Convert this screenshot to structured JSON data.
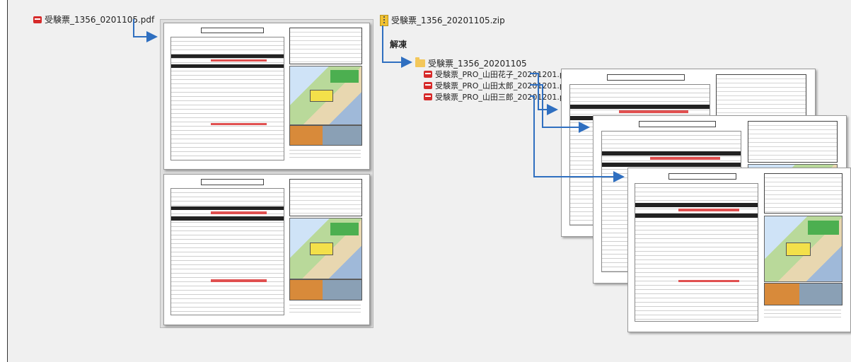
{
  "left_file": {
    "icon": "pdf-icon",
    "name": "受験票_1356_0201105.pdf"
  },
  "zip_file": {
    "icon": "zip-icon",
    "name": "受験票_1356_20201105.zip"
  },
  "extract_label": "解凍",
  "folder": {
    "icon": "folder-icon",
    "name": "受験票_1356_20201105"
  },
  "extracted_files": [
    {
      "icon": "pdf-icon",
      "name": "受験票_PRO_山田花子_20201201.pdf"
    },
    {
      "icon": "pdf-icon",
      "name": "受験票_PRO_山田太郎_20201201.pdf"
    },
    {
      "icon": "pdf-icon",
      "name": "受験票_PRO_山田三郎_20201201.pdf"
    }
  ],
  "colors": {
    "arrow": "#2f6fc0",
    "pdf": "#d62a2a",
    "zip": "#f1c232",
    "folder": "#f3c75a"
  }
}
